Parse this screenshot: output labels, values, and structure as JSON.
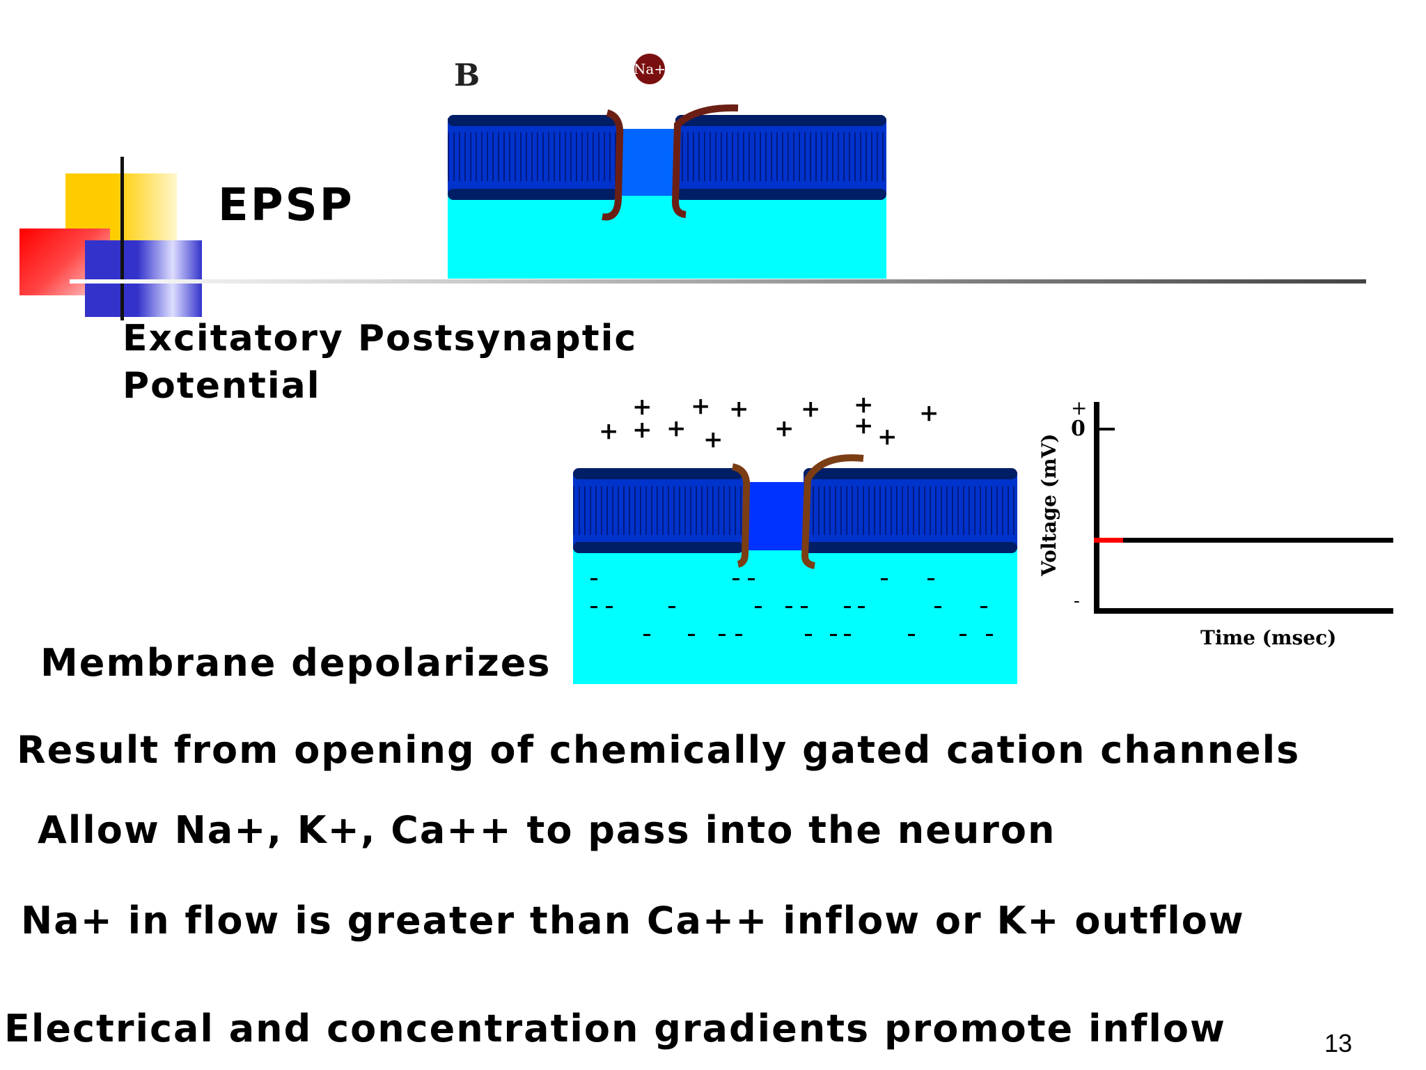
{
  "slide": {
    "title": "EPSP",
    "subtitle_line1": "Excitatory Postsynaptic",
    "subtitle_line2": "Potential",
    "page_number": "13"
  },
  "diagram_top": {
    "panel_label": "B",
    "ion_label": "Na+"
  },
  "diagram_bottom": {
    "caption": "Membrane depolarizes"
  },
  "graph": {
    "ylabel": "Voltage (mV)",
    "xlabel": "Time (msec)",
    "tick_plus": "+",
    "tick_zero": "0",
    "tick_minus": "-"
  },
  "bullets": [
    "Result from opening of chemically gated cation channels",
    "Allow Na+, K+, Ca++ to pass into the neuron",
    "Na+ in flow is greater than Ca++ inflow or K+ outflow",
    "Electrical and concentration gradients promote inflow"
  ],
  "colors": {
    "extracellular_fluid": "#00ffff",
    "membrane": "#0033cc",
    "channel_pore": "#0066ff",
    "channel_protein": "#6b1f14",
    "ion_circle": "#7a0f0f",
    "resting_marker": "#ff0000"
  }
}
